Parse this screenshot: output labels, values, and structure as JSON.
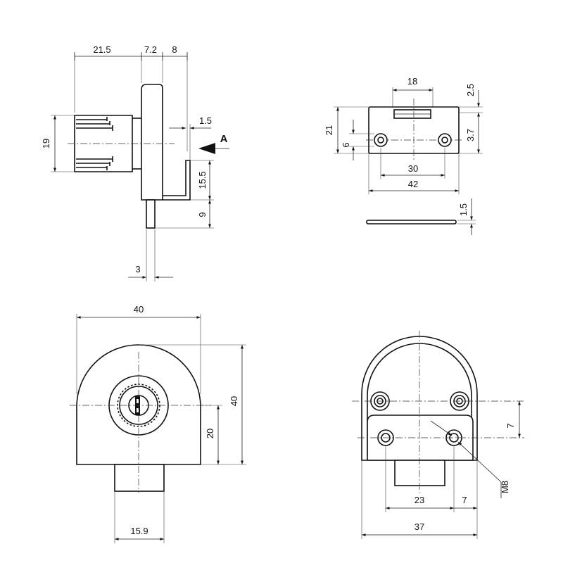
{
  "dimensions": {
    "side_view": {
      "top_1": "21.5",
      "top_2": "7.2",
      "top_3": "8",
      "height_19": "19",
      "gap_1_5": "1.5",
      "view_letter": "A",
      "hook_15_5": "15.5",
      "pin_9": "9",
      "pin_dia_3": "3"
    },
    "strike_plate": {
      "slot_18": "18",
      "top_2_5": "2.5",
      "height_21": "21",
      "hole_6": "6",
      "hole_3_7": "3.7",
      "holes_30": "30",
      "width_42": "42",
      "thickness_1_5": "1.5"
    },
    "front_view": {
      "width_40": "40",
      "height_40": "40",
      "center_20": "20",
      "cylinder_15_9": "15.9"
    },
    "back_view": {
      "offset_7": "7",
      "thread_m8": "M8",
      "holes_23": "23",
      "edge_7": "7",
      "width_37": "37"
    }
  }
}
